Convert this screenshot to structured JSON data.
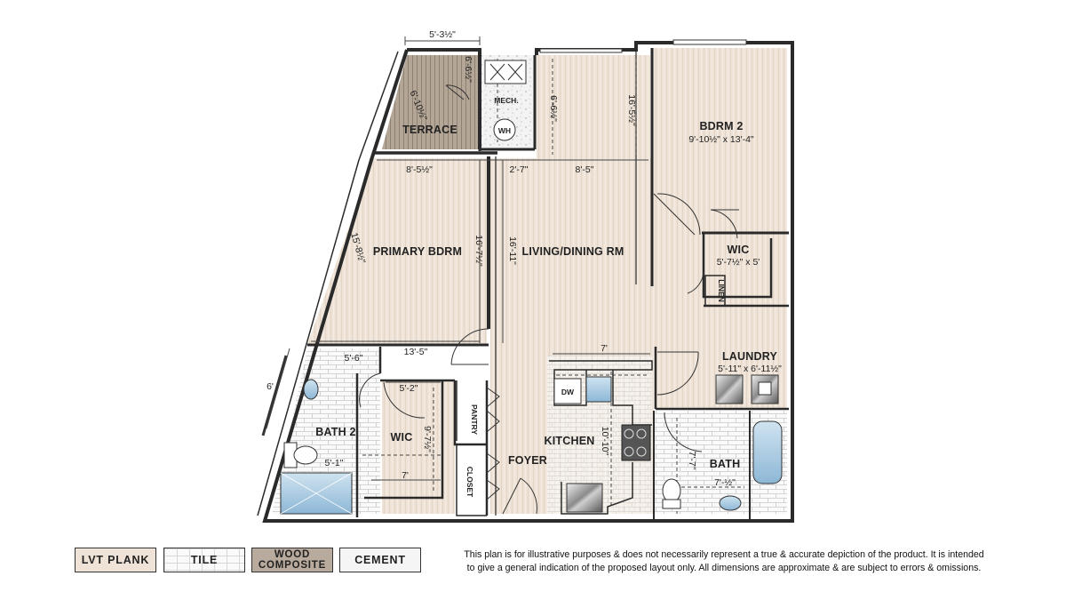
{
  "rooms": {
    "terrace": "TERRACE",
    "mech": "MECH.",
    "wh": "WH",
    "bdrm2": "BDRM 2",
    "bdrm2_dims": "9'-10½\" x 13'-4\"",
    "primary": "PRIMARY BDRM",
    "living": "LIVING/DINING RM",
    "wic_upper": "WIC",
    "wic_upper_dims": "5'-7½\" x 5'",
    "linen": "LINEN",
    "laundry": "LAUNDRY",
    "laundry_dims": "5'-11\" x 6'-11½\"",
    "bath2": "BATH 2",
    "wic_lower": "WIC",
    "pantry": "PANTRY",
    "closet": "CLOSET",
    "foyer": "FOYER",
    "kitchen": "KITCHEN",
    "dw": "DW",
    "bath": "BATH"
  },
  "dimensions": {
    "terrace_width": "5'-3½\"",
    "terrace_depth": "6'-6½\"",
    "terrace_diag": "6'-10½\"",
    "living_upper_depth": "6'-6½\"",
    "living_upper_right": "16'-5½\"",
    "primary_width": "8'-5½\"",
    "hall_width": "2'-7\"",
    "living_width": "8'-5\"",
    "primary_left": "15'-8½\"",
    "primary_depth": "16'-7½\"",
    "living_depth": "16'-11\"",
    "primary_lower_width": "13'-5\"",
    "bath2_upper": "5'-6\"",
    "bath2_side": "6'",
    "wic_width": "5'-2\"",
    "wic_depth": "9'-7½\"",
    "bath2_lower": "5'-1\"",
    "wic_lower_width": "7'",
    "kitchen_width": "7'",
    "kitchen_depth": "10'-10\"",
    "bath_depth": "7'-7\"",
    "bath_width": "7'-½\""
  },
  "legend": [
    {
      "label": "LVT PLANK"
    },
    {
      "label": "TILE"
    },
    {
      "label": "WOOD COMPOSITE"
    },
    {
      "label": "CEMENT"
    }
  ],
  "disclaimer": {
    "line1": "This plan is for illustrative purposes & does not necessarily represent a true & accurate depiction of the product. It is intended",
    "line2": "to give a general indication of the proposed layout only. All dimensions are approximate & are subject to errors & omissions."
  },
  "colors": {
    "lvt_plank": "#eee4d8",
    "tile": "#ffffff",
    "wood_composite": "#b8aa9c",
    "cement": "#f6f6f6",
    "wall": "#222222"
  }
}
